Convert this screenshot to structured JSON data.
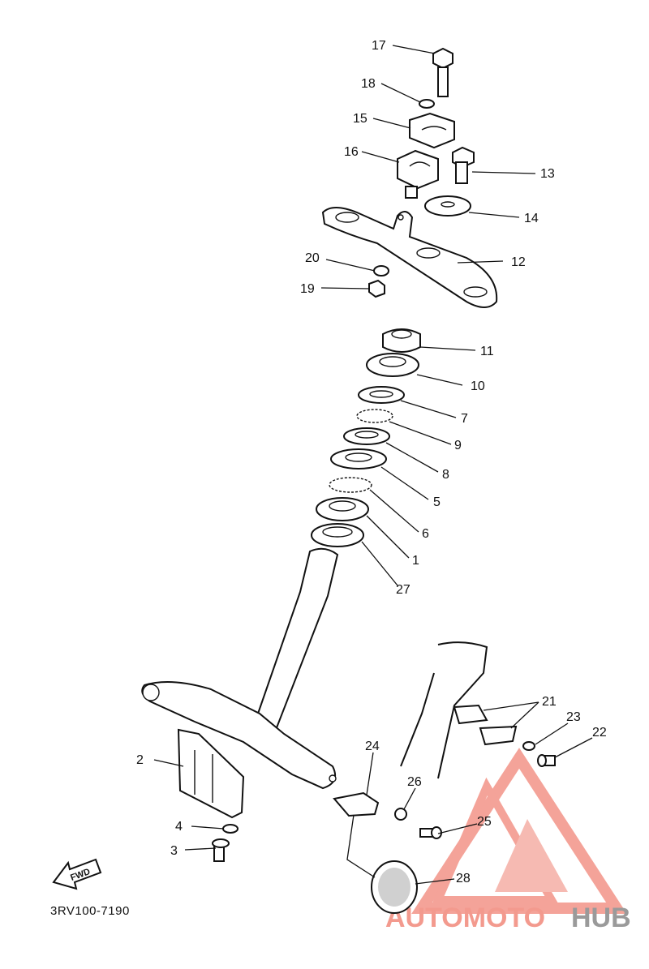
{
  "diagram_code": "3RV100-7190",
  "fwd_label": "FWD",
  "watermark": {
    "part1": "AUTOMOTO",
    "part2": "HUB",
    "color_primary": "#f39a8e",
    "color_secondary": "#9a9a9a"
  },
  "callouts": {
    "c1": "1",
    "c2": "2",
    "c3": "3",
    "c4": "4",
    "c5": "5",
    "c6": "6",
    "c7": "7",
    "c8": "8",
    "c9": "9",
    "c10": "10",
    "c11": "11",
    "c12": "12",
    "c13": "13",
    "c14": "14",
    "c15": "15",
    "c16": "16",
    "c17": "17",
    "c18": "18",
    "c19": "19",
    "c20": "20",
    "c21": "21",
    "c22": "22",
    "c23": "23",
    "c24": "24",
    "c25": "25",
    "c26": "26",
    "c27": "27",
    "c28": "28"
  }
}
